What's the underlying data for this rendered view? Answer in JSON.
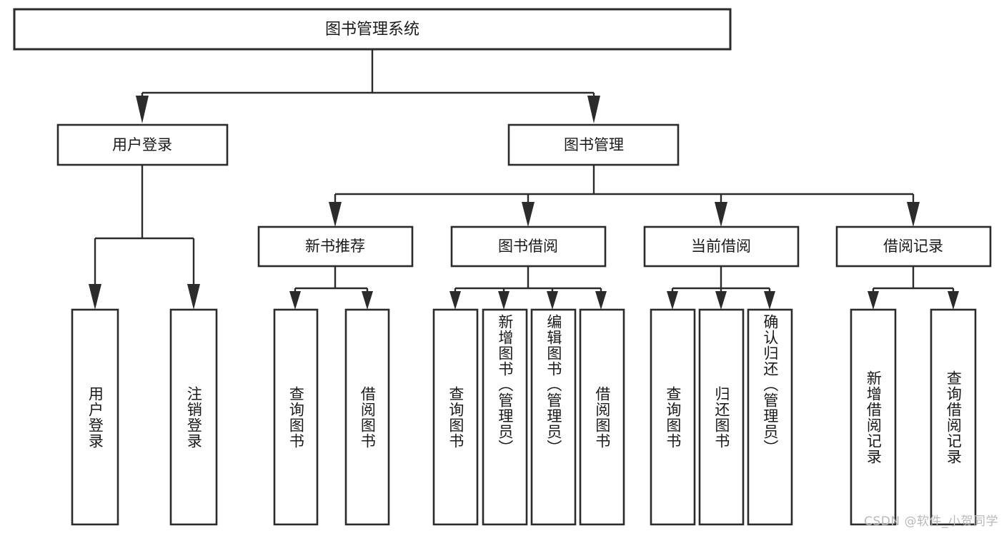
{
  "diagram": {
    "title": "图书管理系统",
    "type": "tree-hierarchy",
    "watermark": "CSDN @软件_小贺同学",
    "colors": {
      "stroke": "#2b2b2b",
      "fill": "#ffffff",
      "text": "#1a1a1a",
      "watermark": "#b9b9b9"
    },
    "nodes": {
      "root": {
        "label": "图书管理系统"
      },
      "level2": [
        {
          "id": "user-login",
          "label": "用户登录"
        },
        {
          "id": "book-management",
          "label": "图书管理"
        }
      ],
      "level3": [
        {
          "id": "new-book-recommend",
          "label": "新书推荐"
        },
        {
          "id": "book-borrow",
          "label": "图书借阅"
        },
        {
          "id": "current-borrow",
          "label": "当前借阅"
        },
        {
          "id": "borrow-record",
          "label": "借阅记录"
        }
      ],
      "leaves": {
        "user-login": [
          {
            "id": "leaf-user-login",
            "label": "用户登录"
          },
          {
            "id": "leaf-logout",
            "label": "注销登录"
          }
        ],
        "new-book-recommend": [
          {
            "id": "leaf-query-book-1",
            "label": "查询图书"
          },
          {
            "id": "leaf-borrow-book-1",
            "label": "借阅图书"
          }
        ],
        "book-borrow": [
          {
            "id": "leaf-query-book-2",
            "label": "查询图书"
          },
          {
            "id": "leaf-add-book",
            "label": "新增图书（管理员）"
          },
          {
            "id": "leaf-edit-book",
            "label": "编辑图书（管理员）"
          },
          {
            "id": "leaf-borrow-book-2",
            "label": "借阅图书"
          }
        ],
        "current-borrow": [
          {
            "id": "leaf-query-book-3",
            "label": "查询图书"
          },
          {
            "id": "leaf-return-book",
            "label": "归还图书"
          },
          {
            "id": "leaf-confirm-return",
            "label": "确认归还（管理员）"
          }
        ],
        "borrow-record": [
          {
            "id": "leaf-add-record",
            "label": "新增借阅记录"
          },
          {
            "id": "leaf-query-record",
            "label": "查询借阅记录"
          }
        ]
      }
    }
  }
}
